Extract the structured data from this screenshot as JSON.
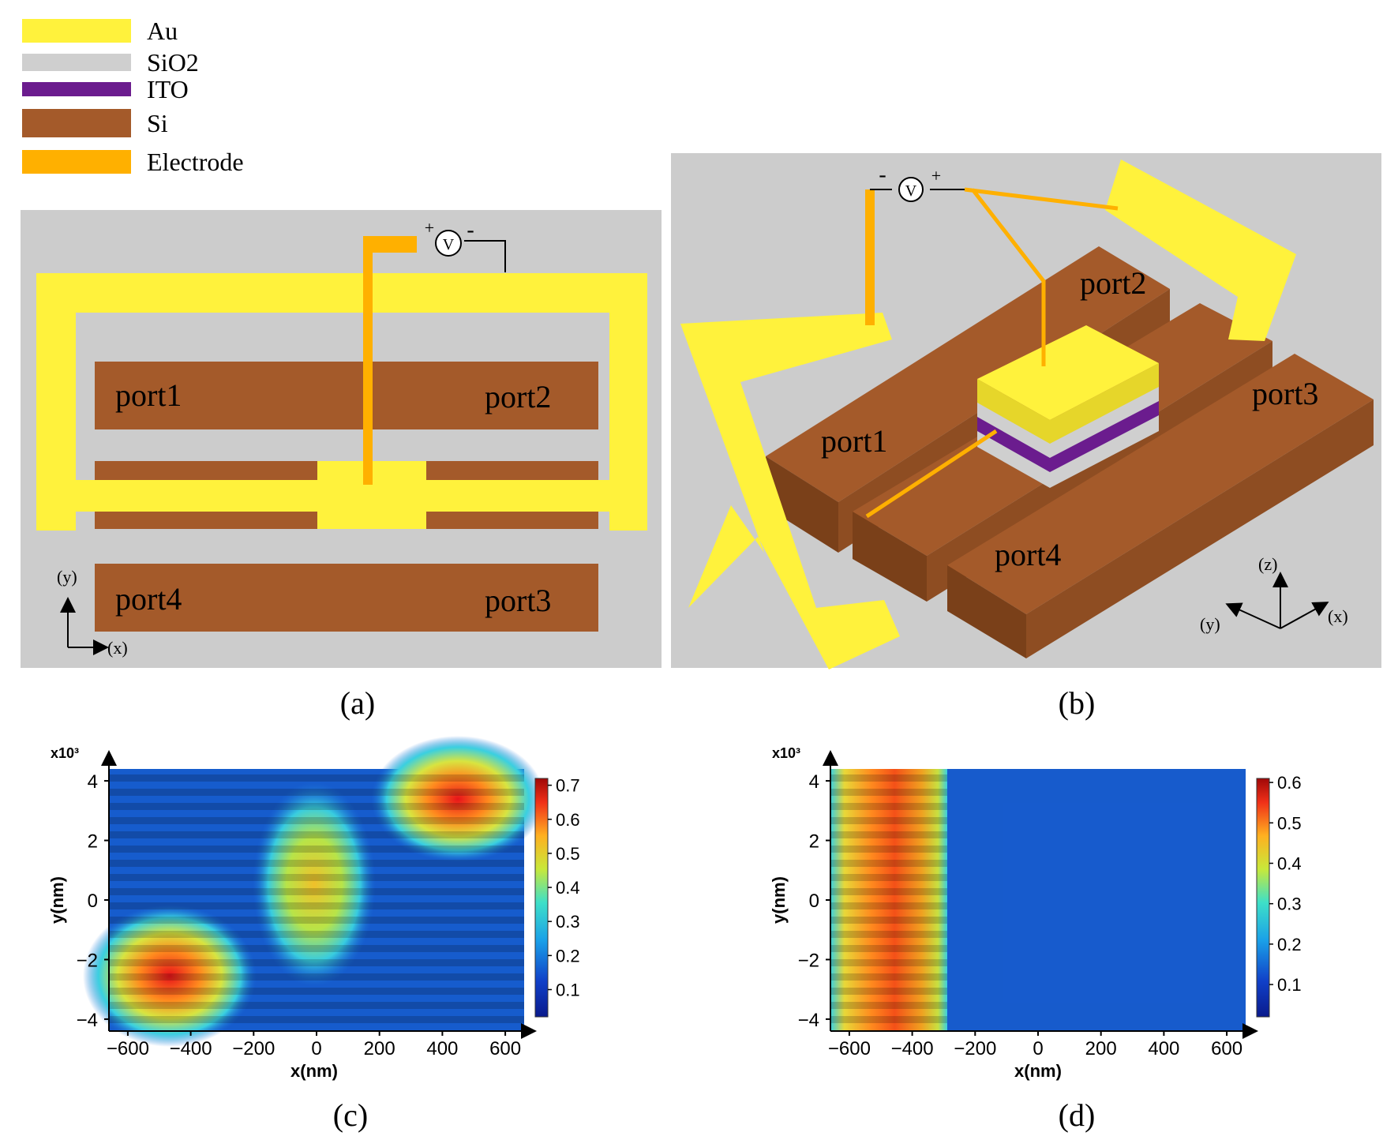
{
  "legend": [
    {
      "label": "Au",
      "color": "#fff23c"
    },
    {
      "label": "SiO2",
      "color": "#cfcfcf"
    },
    {
      "label": "ITO",
      "color": "#6b1c8e"
    },
    {
      "label": "Si",
      "color": "#a45a2a"
    },
    {
      "label": "Electrode",
      "color": "#ffb000"
    }
  ],
  "colors": {
    "au": "#fff23c",
    "au_shade": "#e6d62a",
    "sio2": "#cfcfcf",
    "panel_bg": "#cccccc",
    "ito": "#6b1c8e",
    "si": "#a45a2a",
    "si_dark": "#7a4019",
    "si_mid": "#8e4d22",
    "electrode": "#ffb000"
  },
  "panel_a": {
    "caption": "(a)",
    "ports": [
      "port1",
      "port2",
      "port4",
      "port3"
    ],
    "voltage_source": {
      "symbol": "V",
      "plus": "+",
      "minus": "-"
    },
    "axes": {
      "y": "(y)",
      "x": "(x)"
    }
  },
  "panel_b": {
    "caption": "(b)",
    "ports": [
      "port1",
      "port2",
      "port3",
      "port4"
    ],
    "voltage_source": {
      "symbol": "V",
      "plus": "+",
      "minus": "-"
    },
    "axes": {
      "z": "(z)",
      "y": "(y)",
      "x": "(x)"
    }
  },
  "panel_c": {
    "caption": "(c)",
    "xlabel": "x(nm)",
    "ylabel": "y(nm)",
    "y_multiplier": "x10³",
    "x_ticks": [
      -600,
      -400,
      -200,
      0,
      200,
      400,
      600
    ],
    "y_ticks": [
      -4,
      -2,
      0,
      2,
      4
    ],
    "colorbar_ticks": [
      "0.1",
      "0.2",
      "0.3",
      "0.4",
      "0.5",
      "0.6",
      "0.7"
    ],
    "colorbar_range": [
      0.02,
      0.72
    ]
  },
  "panel_d": {
    "caption": "(d)",
    "xlabel": "x(nm)",
    "ylabel": "y(nm)",
    "y_multiplier": "x10³",
    "x_ticks": [
      -600,
      -400,
      -200,
      0,
      200,
      400,
      600
    ],
    "y_ticks": [
      -4,
      -2,
      0,
      2,
      4
    ],
    "colorbar_ticks": [
      "0.1",
      "0.2",
      "0.3",
      "0.4",
      "0.5",
      "0.6"
    ],
    "colorbar_range": [
      0.02,
      0.61
    ]
  }
}
